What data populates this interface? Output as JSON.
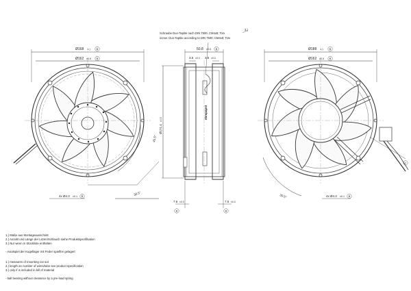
{
  "screw_note": {
    "line1": "Schraube Duo-Taptite nach DIN 7500, CM4x8; Torx",
    "line2": "screw: Duo-Taptite according to DIN 7500; CM4x8; Torx",
    "ref": "3.)"
  },
  "front_view": {
    "dim_outer": "Ø168",
    "dim_outer_ref": "1.)",
    "dim_outer_circle": "B",
    "dim_bolt": "Ø162",
    "dim_bolt_tol": "±0.5",
    "dim_bolt_circle": "B",
    "angle1": "45.5°",
    "angle2": "30.5°",
    "hole": "4x Ø4.3",
    "hole_ref": "±0.1",
    "hole_circle": "B"
  },
  "side_view": {
    "width": "50.8",
    "width_tol": "±0.5",
    "inner_left": "3.5",
    "inner_left_tol": "±0.3",
    "inner_right": "3.5",
    "inner_right_tol": "±0.3",
    "diameter": "Ø171.4",
    "diameter_tol": "±0.5",
    "flange_left": "7.6",
    "flange_left_tol": "±0.3",
    "flange_right": "7.6",
    "flange_right_tol": "±0.3",
    "label_b": "B",
    "brand": "ebmpapst"
  },
  "back_view": {
    "dim_outer": "Ø188",
    "dim_outer_ref": "1.)",
    "dim_outer_circle": "B",
    "dim_bolt": "Ø162",
    "dim_bolt_tol": "±0.5",
    "dim_bolt_circle": "B",
    "angle": "30.5°",
    "hole": "4x Ø4.3",
    "hole_ref": "±0.1",
    "hole_circle": "B",
    "side_circle": "C"
  },
  "notes_german": [
    "1.) Maße aus Montageausschnitt",
    "2.) Anzahl und Länge der Litzen/Schlauch siehe Produktspezifikation",
    "3.) Nur wenn in Stückliste enthalten",
    "",
    "- Axialspiel der Kugellager mit Feder spielfrei gelagert"
  ],
  "notes_english": [
    "1.) measures of mounting cut out",
    "2.) length an number of wires/tube see product specification",
    "3.) only if is included in bill of material",
    "",
    "- ball bearing without clearance by a pre-load spring"
  ]
}
